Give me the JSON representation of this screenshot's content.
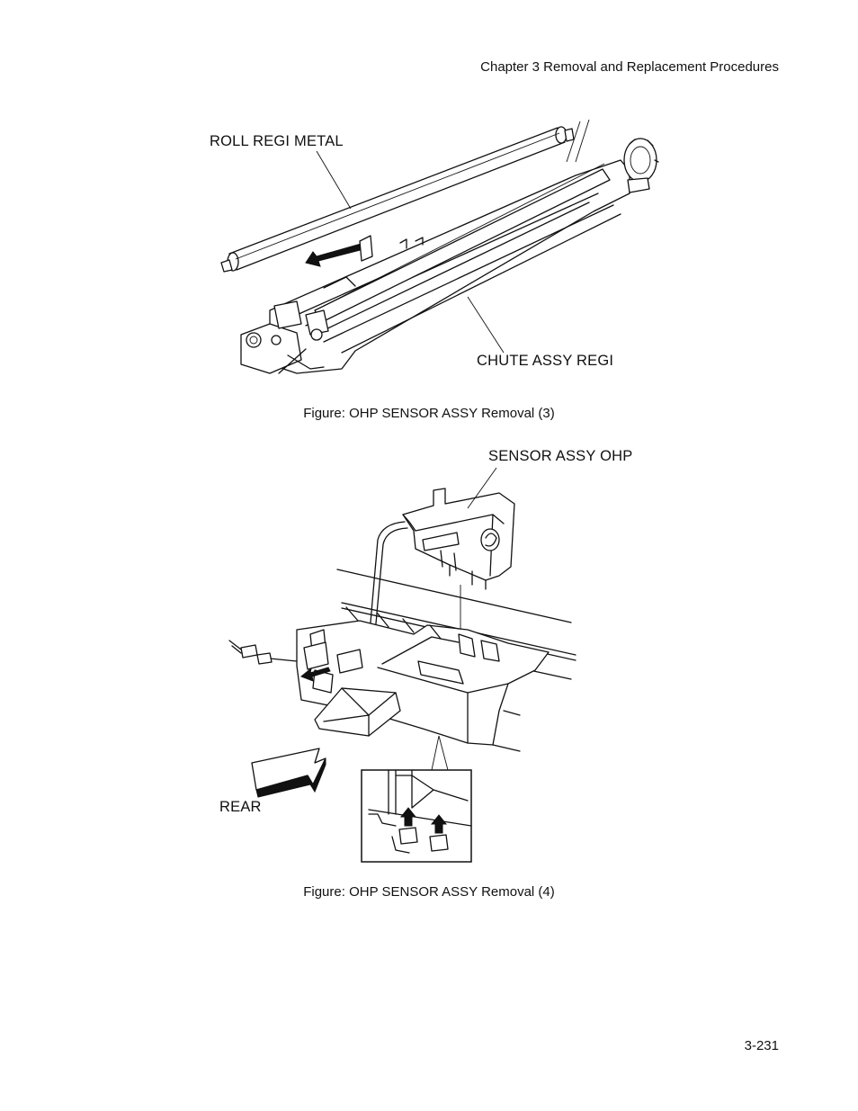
{
  "header": {
    "text": "Chapter 3  Removal and Replacement Procedures"
  },
  "figure3": {
    "labels": {
      "roll": "ROLL REGI METAL",
      "chute": "CHUTE ASSY REGI"
    },
    "caption": "Figure: OHP SENSOR ASSY Removal (3)"
  },
  "figure4": {
    "labels": {
      "sensor": "SENSOR ASSY OHP",
      "rear": "REAR"
    },
    "caption": "Figure: OHP SENSOR ASSY Removal (4)"
  },
  "footer": {
    "page_number": "3-231"
  }
}
